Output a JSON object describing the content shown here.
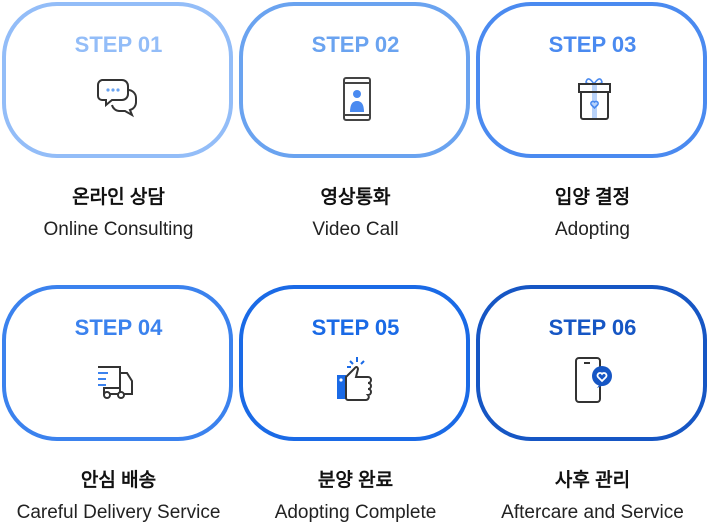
{
  "steps": [
    {
      "label": "STEP 01",
      "ko": "온라인 상담",
      "en": "Online Consulting",
      "color": "#93bdf8",
      "icon": "chat-bubbles-icon"
    },
    {
      "label": "STEP 02",
      "ko": "영상통화",
      "en": "Video Call",
      "color": "#6aa3f0",
      "icon": "video-call-phone-icon"
    },
    {
      "label": "STEP 03",
      "ko": "입양 결정",
      "en": "Adopting",
      "color": "#4a8af0",
      "icon": "gift-box-icon"
    },
    {
      "label": "STEP 04",
      "ko": "안심 배송",
      "en": "Careful Delivery Service",
      "color": "#3b82ee",
      "icon": "delivery-truck-icon"
    },
    {
      "label": "STEP 05",
      "ko": "분양 완료",
      "en": "Adopting Complete",
      "color": "#1a6ae6",
      "icon": "thumbs-up-icon"
    },
    {
      "label": "STEP 06",
      "ko": "사후 관리",
      "en": "Aftercare and Service",
      "color": "#1656c4",
      "icon": "phone-heart-icon"
    }
  ]
}
